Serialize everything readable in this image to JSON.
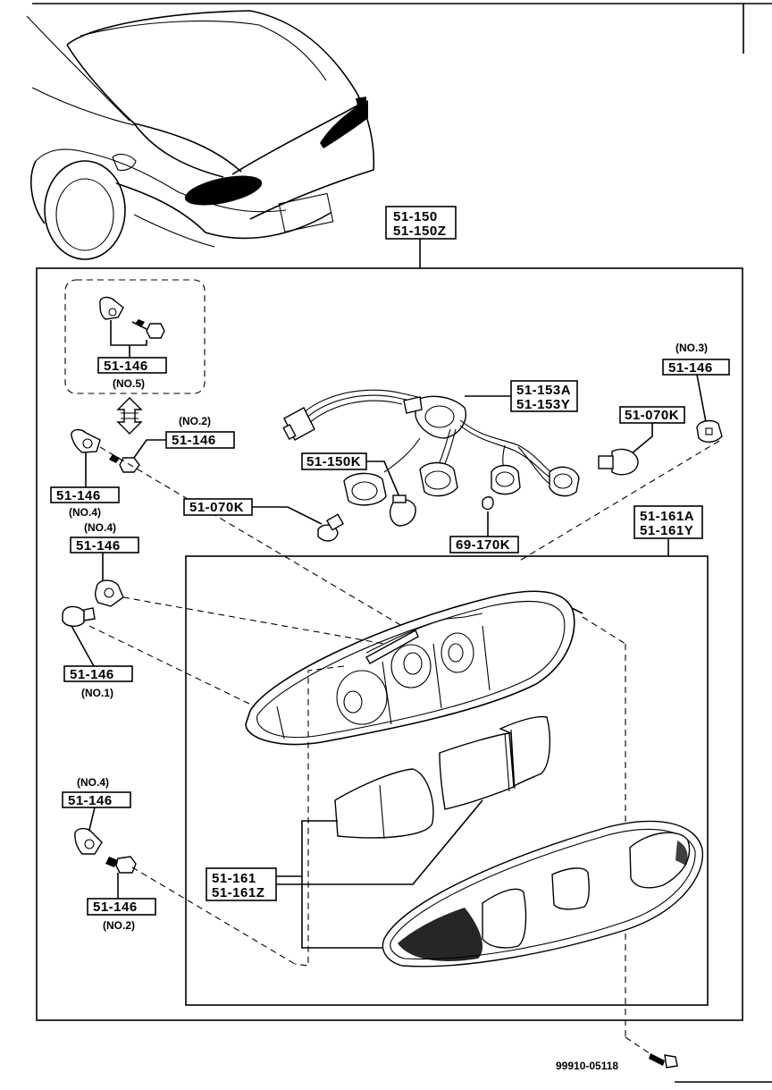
{
  "callouts": {
    "assembly": [
      "51-150",
      "51-150Z"
    ],
    "harness": [
      "51-153A",
      "51-153Y"
    ],
    "bulb_right": "51-070K",
    "socket": "51-150K",
    "bulb_left": "51-070K",
    "small_bulb": "69-170K",
    "housing": [
      "51-161A",
      "51-161Y"
    ],
    "lens": [
      "51-161",
      "51-161Z"
    ],
    "screw": "99910-05118",
    "fasteners": [
      {
        "part": "51-146",
        "note": "(NO.5)"
      },
      {
        "part": "51-146",
        "note": "(NO.3)"
      },
      {
        "part": "51-146",
        "note": "(NO.2)"
      },
      {
        "part": "51-146",
        "note": "(NO.4)"
      },
      {
        "part": "51-146",
        "note": "(NO.4)"
      },
      {
        "part": "51-146",
        "note": "(NO.1)"
      },
      {
        "part": "51-146",
        "note": "(NO.4)"
      },
      {
        "part": "51-146",
        "note": "(NO.2)"
      }
    ]
  },
  "icons": [
    "car-rear-view",
    "double-arrow-icon",
    "bulb-icon",
    "socket-icon",
    "clip-icon",
    "screw-icon"
  ]
}
